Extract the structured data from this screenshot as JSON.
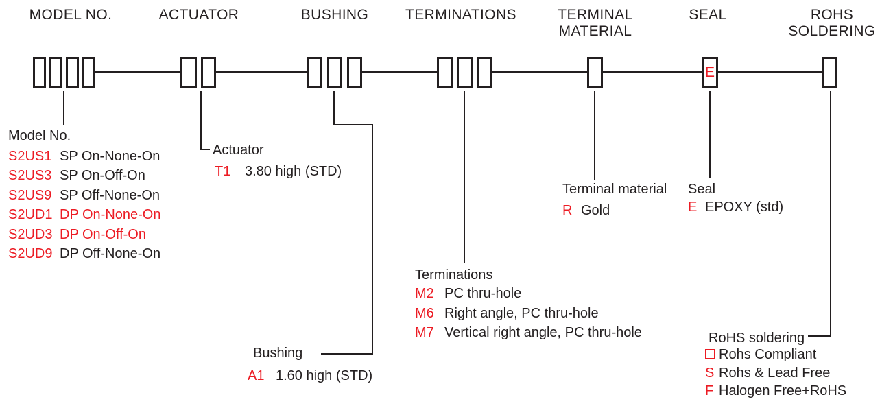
{
  "colors": {
    "ink_black": "#231f20",
    "accent_red": "#ec1c24",
    "background": "#ffffff"
  },
  "headers": {
    "model_no": "MODEL NO.",
    "actuator": "ACTUATOR",
    "bushing": "BUSHING",
    "terminations": "TERMINATIONS",
    "terminal_material": "TERMINAL\nMATERIAL",
    "seal": "SEAL",
    "rohs_soldering": "ROHS\nSOLDERING"
  },
  "code_boxes": {
    "seal_prefill": "E"
  },
  "legend": {
    "model": {
      "title": "Model No.",
      "rows": [
        {
          "code": "S2US1",
          "desc": "SP On-None-On"
        },
        {
          "code": "S2US3",
          "desc": "SP On-Off-On"
        },
        {
          "code": "S2US9",
          "desc": "SP Off-None-On"
        },
        {
          "code": "S2UD1",
          "desc": "DP On-None-On"
        },
        {
          "code": "S2UD3",
          "desc": "DP On-Off-On"
        },
        {
          "code": "S2UD9",
          "desc": "DP Off-None-On"
        }
      ]
    },
    "actuator": {
      "title": "Actuator",
      "rows": [
        {
          "code": "T1",
          "desc": "3.80 high (STD)"
        }
      ]
    },
    "bushing": {
      "title": "Bushing",
      "rows": [
        {
          "code": "A1",
          "desc": "1.60 high (STD)"
        }
      ]
    },
    "terminations": {
      "title": "Terminations",
      "rows": [
        {
          "code": "M2",
          "desc": "PC thru-hole"
        },
        {
          "code": "M6",
          "desc": "Right angle, PC thru-hole"
        },
        {
          "code": "M7",
          "desc": "Vertical right angle, PC thru-hole"
        }
      ]
    },
    "terminal_material": {
      "title": "Terminal material",
      "rows": [
        {
          "code": "R",
          "desc": "Gold"
        }
      ]
    },
    "seal": {
      "title": "Seal",
      "rows": [
        {
          "code": "E",
          "desc": "EPOXY (std)"
        }
      ]
    },
    "rohs": {
      "title": "RoHS soldering",
      "rows": [
        {
          "code": "",
          "desc": "Rohs Compliant"
        },
        {
          "code": "S",
          "desc": "Rohs & Lead Free"
        },
        {
          "code": "F",
          "desc": "Halogen Free+RoHS"
        }
      ]
    }
  }
}
